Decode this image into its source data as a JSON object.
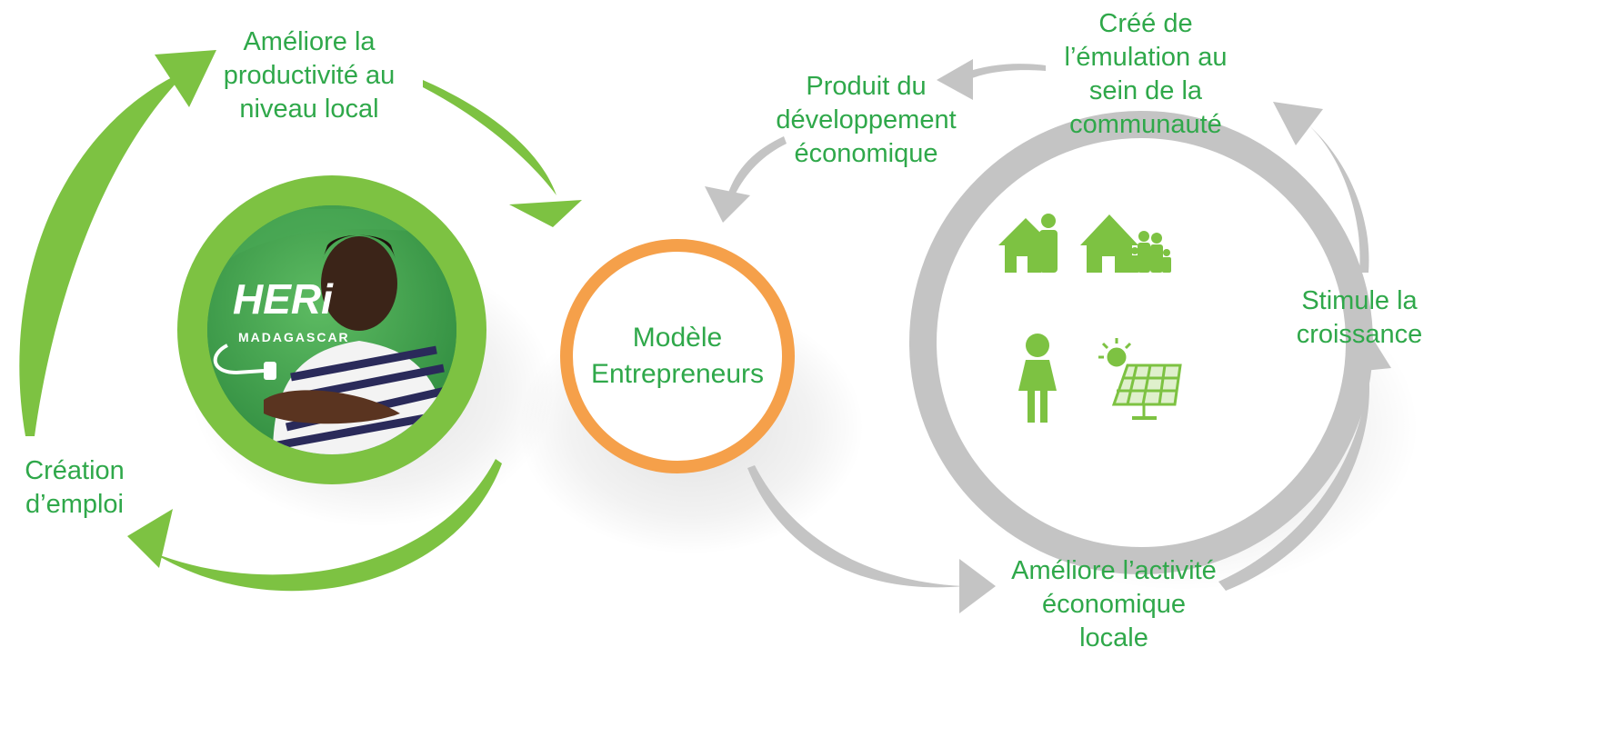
{
  "center": {
    "lines": [
      "Modèle",
      "Entrepreneurs"
    ]
  },
  "left_cycle": {
    "top": [
      "Améliore la",
      "productivité au",
      "niveau local"
    ],
    "bottom_left": [
      "Création",
      "d’emploi"
    ],
    "photo": {
      "brand": "HERi",
      "subbrand": "MADAGASCAR"
    }
  },
  "right_cycle": {
    "top_left": [
      "Produit du",
      "développement",
      "économique"
    ],
    "top_right": [
      "Créé de",
      "l’émulation au",
      "sein de la",
      "communauté"
    ],
    "right": [
      "Stimule la",
      "croissance"
    ],
    "bottom": [
      "Améliore l’activité",
      "économique",
      "locale"
    ],
    "icons": [
      "house-man-icon",
      "house-family-icon",
      "woman-icon",
      "solar-panel-icon"
    ]
  },
  "colors": {
    "green_text": "#2fa84a",
    "green_arrow": "#7dc242",
    "gray_arrow": "#c4c4c4",
    "orange_ring": "#f5a04a",
    "icon_green": "#7dc242"
  }
}
